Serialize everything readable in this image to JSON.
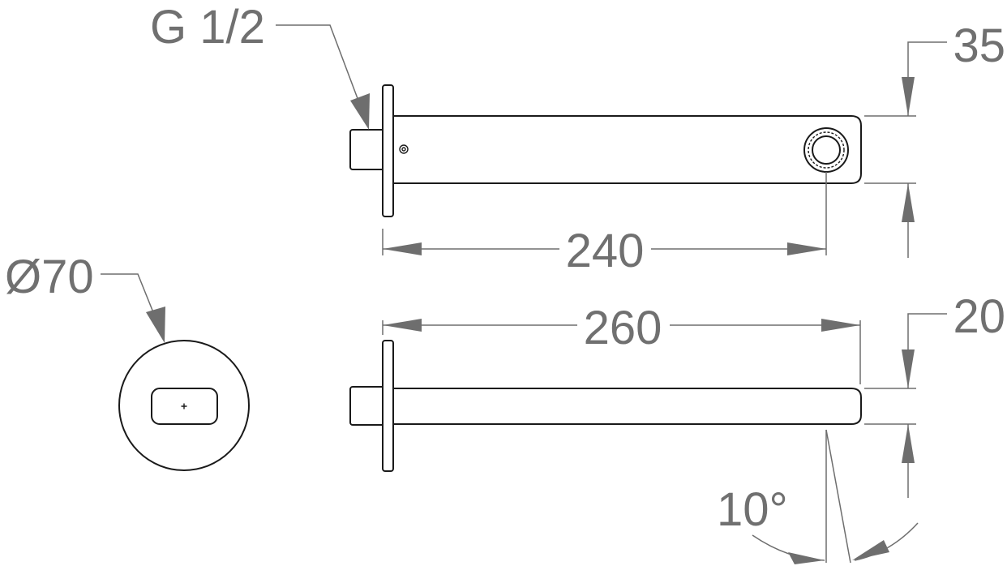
{
  "labels": {
    "thread": "G 1/2",
    "flange_diameter": "Ø70",
    "top_height": "35",
    "spout_length_to_outlet": "240",
    "spout_total_length": "260",
    "side_height": "20",
    "outlet_angle": "10°"
  },
  "colors": {
    "part_line": "#1a1a1a",
    "dimension_line": "#6e6e6e",
    "dimension_text": "#707070",
    "background": "#ffffff"
  }
}
